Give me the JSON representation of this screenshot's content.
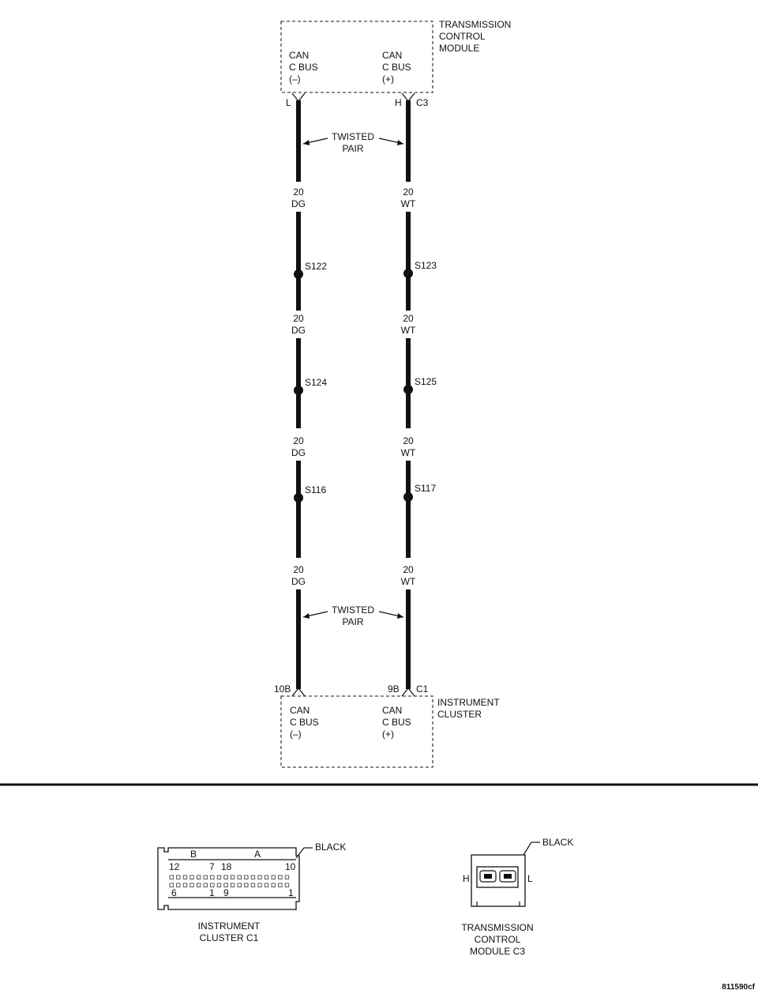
{
  "tcm": {
    "title": [
      "TRANSMISSION",
      "CONTROL",
      "MODULE"
    ],
    "pin_left": [
      "CAN",
      "C BUS",
      "(–)"
    ],
    "pin_right": [
      "CAN",
      "C BUS",
      "(+)"
    ],
    "term_left": "L",
    "term_right": "H",
    "connector": "C3"
  },
  "cluster": {
    "title": [
      "INSTRUMENT",
      "CLUSTER"
    ],
    "pin_left": [
      "CAN",
      "C BUS",
      "(–)"
    ],
    "pin_right": [
      "CAN",
      "C BUS",
      "(+)"
    ],
    "term_left": "10B",
    "term_right": "9B",
    "connector": "C1"
  },
  "twisted_pair": [
    "TWISTED",
    "PAIR"
  ],
  "wires": {
    "left": {
      "labels": [
        [
          "20",
          "DG"
        ],
        [
          "20",
          "DG"
        ],
        [
          "20",
          "DG"
        ],
        [
          "20",
          "DG"
        ]
      ],
      "splices": [
        "S122",
        "S124",
        "S116"
      ]
    },
    "right": {
      "labels": [
        [
          "20",
          "WT"
        ],
        [
          "20",
          "WT"
        ],
        [
          "20",
          "WT"
        ],
        [
          "20",
          "WT"
        ]
      ],
      "splices": [
        "S123",
        "S125",
        "S117"
      ]
    }
  },
  "connector_views": {
    "cluster_c1": {
      "color": "BLACK",
      "row_labels": [
        "B",
        "A"
      ],
      "pins_top": [
        "12",
        "7",
        "18",
        "10"
      ],
      "pins_bottom": [
        "6",
        "1",
        "9",
        "1"
      ],
      "caption": [
        "INSTRUMENT",
        "CLUSTER C1"
      ]
    },
    "tcm_c3": {
      "color": "BLACK",
      "side_left": "H",
      "side_right": "L",
      "caption": [
        "TRANSMISSION",
        "CONTROL",
        "MODULE C3"
      ]
    }
  },
  "figure_id": "811590cf"
}
